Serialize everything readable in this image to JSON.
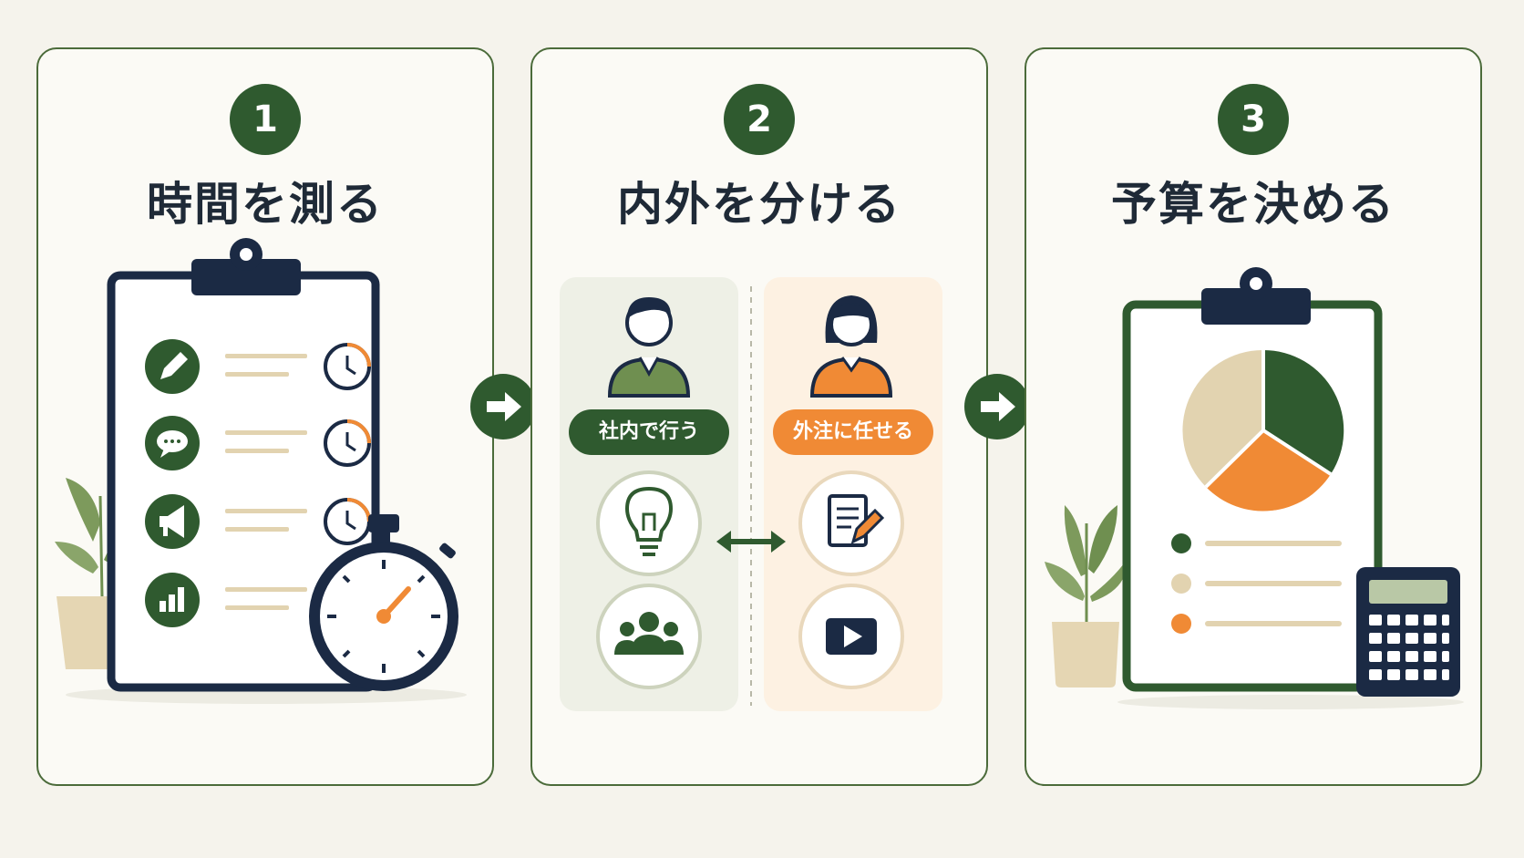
{
  "steps": [
    {
      "number": "1",
      "title": "時間を測る"
    },
    {
      "number": "2",
      "title": "内外を分ける"
    },
    {
      "number": "3",
      "title": "予算を決める"
    }
  ],
  "split": {
    "internal_label": "社内で行う",
    "external_label": "外注に任せる"
  },
  "colors": {
    "dark_green": "#2f5a2f",
    "navy": "#1b2a44",
    "orange": "#f08a35",
    "beige": "#e2d3b0",
    "light_green_bg": "#eef0e6",
    "light_orange_bg": "#fdf1e2"
  },
  "icons": {
    "panel1": [
      "clipboard-icon",
      "pencil-icon",
      "chat-bubble-icon",
      "megaphone-icon",
      "bar-chart-icon",
      "clock-icon",
      "stopwatch-icon",
      "plant-icon"
    ],
    "panel2": [
      "person-male-icon",
      "person-female-icon",
      "lightbulb-icon",
      "team-icon",
      "document-edit-icon",
      "play-video-icon",
      "double-arrow-icon"
    ],
    "panel3": [
      "clipboard-icon",
      "pie-chart-icon",
      "calculator-icon",
      "plant-icon"
    ]
  }
}
